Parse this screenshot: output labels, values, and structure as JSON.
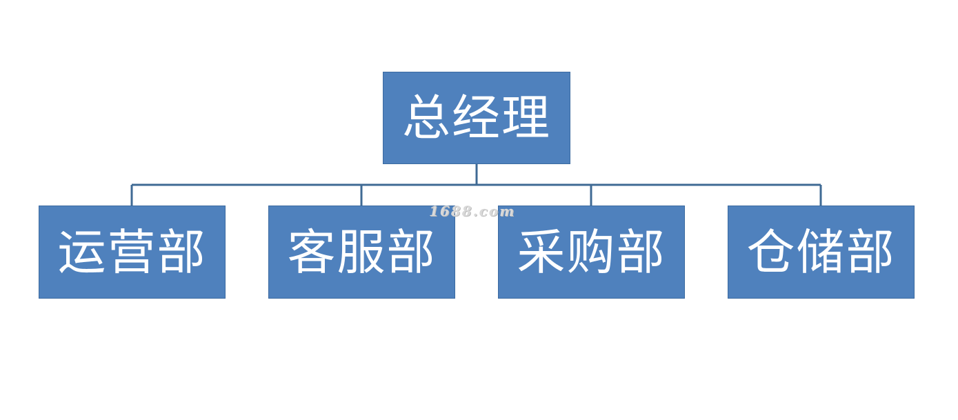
{
  "org_chart": {
    "root": {
      "label": "总经理"
    },
    "departments": [
      {
        "label": "运营部"
      },
      {
        "label": "客服部"
      },
      {
        "label": "采购部"
      },
      {
        "label": "仓储部"
      }
    ]
  },
  "watermark": {
    "text": "1688.com"
  },
  "colors": {
    "box_fill": "#4f81bd",
    "box_border": "#3b6aa0",
    "box_text": "#ffffff",
    "connector": "#3f6a94",
    "background": "#ffffff"
  }
}
